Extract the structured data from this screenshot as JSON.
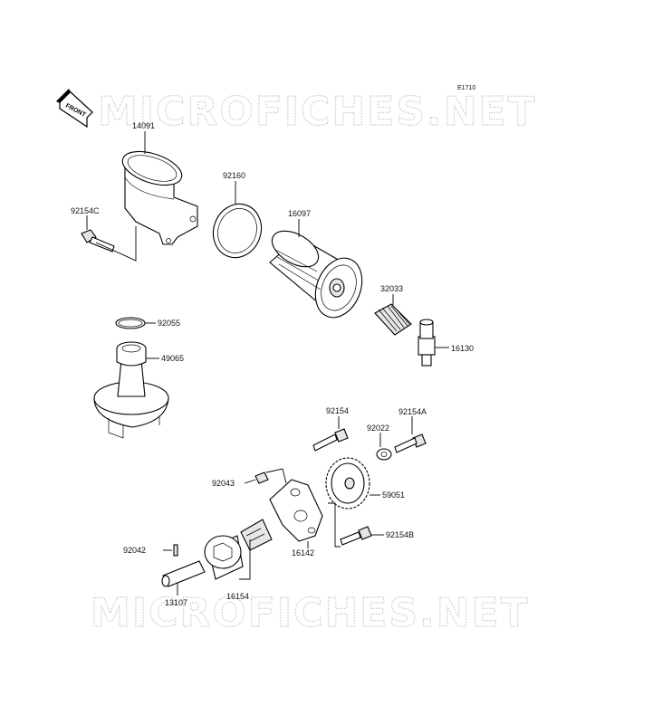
{
  "diagram_code": "E1710",
  "front_label": "FRONT",
  "watermark": "MICROFICHES.NET",
  "parts": {
    "p14091": "14091",
    "p92160": "92160",
    "p92154C": "92154C",
    "p16097": "16097",
    "p32033": "32033",
    "p16130": "16130",
    "p92055": "92055",
    "p49065": "49065",
    "p92154": "92154",
    "p92022": "92022",
    "p92154A": "92154A",
    "p92043": "92043",
    "p59051": "59051",
    "p16142": "16142",
    "p92154B": "92154B",
    "p92042": "92042",
    "p16154": "16154",
    "p13107": "13107"
  }
}
